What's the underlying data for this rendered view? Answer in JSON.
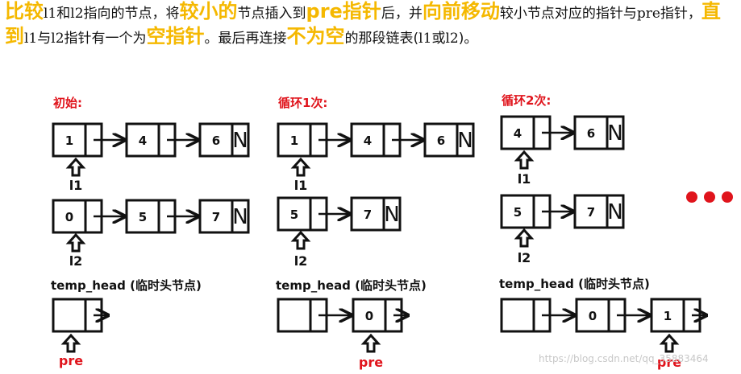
{
  "intro": {
    "s1": "比较",
    "s2": "l1",
    "s3": "和",
    "s4": "l2",
    "s5": "指向的节点，将",
    "s6": "较小的",
    "s7": "节点插入到",
    "s8": "pre",
    "s9": "指针",
    "s10": "后，并",
    "s11": "向前移动",
    "s12": "较小节点对应的指针与",
    "s13": "pre",
    "s14": "指针，",
    "s15": "直到",
    "s16": "l1",
    "s17": "与",
    "s18": "l2",
    "s19": "指针有一个为",
    "s20": "空指针",
    "s21": "。最后再连接",
    "s22": "不为空",
    "s23": "的那段链表(",
    "s24": "l1",
    "s25": "或",
    "s26": "l2",
    "s27": ")。"
  },
  "stages": [
    {
      "title": "初始:",
      "list_a": [
        "1",
        "4",
        "6"
      ],
      "list_b": [
        "0",
        "5",
        "7"
      ],
      "pointer_a": "l1",
      "pointer_b": "l2",
      "temp_label": "temp_head (临时头节点)",
      "merged": [],
      "pre_label": "pre"
    },
    {
      "title": "循环1次:",
      "list_a": [
        "1",
        "4",
        "6"
      ],
      "list_b": [
        "5",
        "7"
      ],
      "pointer_a": "l1",
      "pointer_b": "l2",
      "temp_label": "temp_head (临时头节点)",
      "merged": [
        "0"
      ],
      "pre_label": "pre"
    },
    {
      "title": "循环2次:",
      "list_a": [
        "4",
        "6"
      ],
      "list_b": [
        "5",
        "7"
      ],
      "pointer_a": "l1",
      "pointer_b": "l2",
      "temp_label": "temp_head (临时头节点)",
      "merged": [
        "0",
        "1"
      ],
      "pre_label": "pre"
    }
  ],
  "null_mark": "N",
  "colors": {
    "accent": "#f5b800",
    "red": "#e0141c",
    "dots": "#e0141c",
    "ink": "#111111"
  },
  "watermark": "https://blog.csdn.net/qq_35883464"
}
